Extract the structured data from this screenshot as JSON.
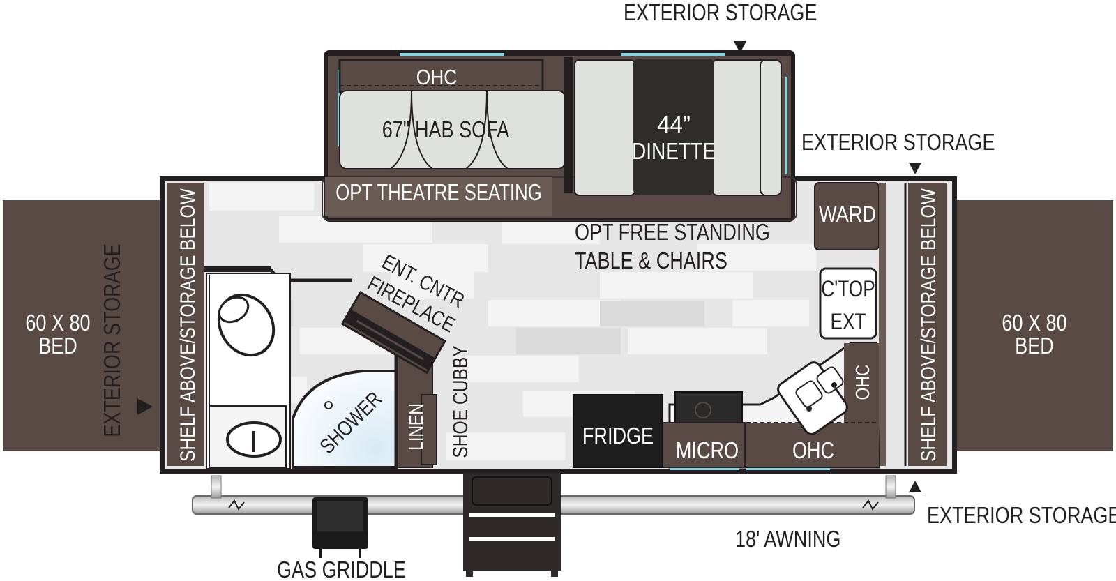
{
  "labels": {
    "ohc_top": "OHC",
    "sofa": "67\" HAB SOFA",
    "dinette_line1": "44”",
    "dinette_line2": "DINETTE",
    "theatre": "OPT THEATRE SEATING",
    "ext_storage_top": "EXTERIOR STORAGE",
    "ext_storage_right_upper": "EXTERIOR STORAGE",
    "ext_storage_right_lower": "EXTERIOR STORAGE",
    "ext_storage_left": "EXTERIOR STORAGE",
    "ward": "WARD",
    "free_standing_line1": "OPT FREE STANDING",
    "free_standing_line2": "TABLE & CHAIRS",
    "ctop_line1": "C'TOP",
    "ctop_line2": "EXT",
    "ent_line1": "ENT. CNTR",
    "ent_line2": "FIREPLACE",
    "shoe_cubby": "SHOE CUBBY",
    "linen": "LINEN",
    "shower": "SHOWER",
    "fridge": "FRIDGE",
    "micro": "MICRO",
    "ohc_kitchen": "OHC",
    "ohc_side": "OHC",
    "shelf_left": "SHELF ABOVE/STORAGE BELOW",
    "shelf_right": "SHELF ABOVE/STORAGE BELOW",
    "bed_left_line1": "60 X 80",
    "bed_left_line2": "BED",
    "bed_right_line1": "60 X 80",
    "bed_right_line2": "BED",
    "awning": "18' AWNING",
    "gas_griddle": "GAS GRIDDLE"
  },
  "colors": {
    "dark_brown": "#594a45",
    "mid_brown": "#6b5b55",
    "wall": "#231f20",
    "floor_light": "#e6e6e6",
    "floor_tile": "#f4f4f4",
    "cushion": "#dfe1de",
    "dinette_table": "#2f2d2b",
    "accent_teal": "#7fd6e0",
    "white": "#ffffff"
  }
}
